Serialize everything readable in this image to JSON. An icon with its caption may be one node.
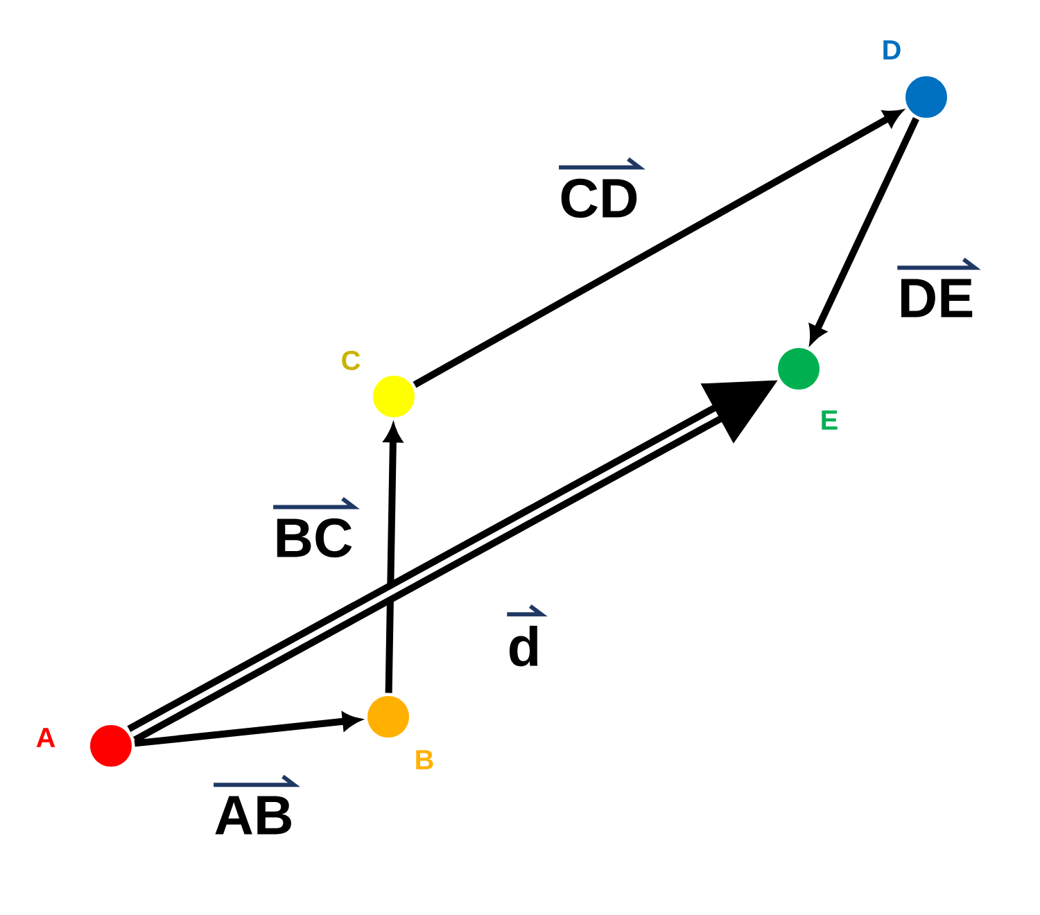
{
  "diagram": {
    "nodes": [
      {
        "text": [],
        "shape": "circle",
        "beside": [
          "A"
        ]
      },
      {
        "text": [],
        "shape": "circle",
        "beside": [
          "B"
        ]
      },
      {
        "text": [],
        "shape": "circle",
        "beside": [
          "C"
        ]
      },
      {
        "text": [],
        "shape": "circle",
        "beside": [
          "D"
        ]
      },
      {
        "text": [],
        "shape": "circle",
        "beside": [
          "E"
        ]
      }
    ],
    "edges": [
      {
        "from": 0,
        "to": 1,
        "arrow": "to",
        "label": "AB"
      },
      {
        "from": 1,
        "to": 2,
        "arrow": "to",
        "label": "BC"
      },
      {
        "from": 2,
        "to": 3,
        "arrow": "to",
        "label": "CD"
      },
      {
        "from": 3,
        "to": 4,
        "arrow": "to",
        "label": "DE"
      },
      {
        "from": 0,
        "to": 4,
        "arrow": "to",
        "label": "d",
        "style": "thick"
      }
    ]
  }
}
